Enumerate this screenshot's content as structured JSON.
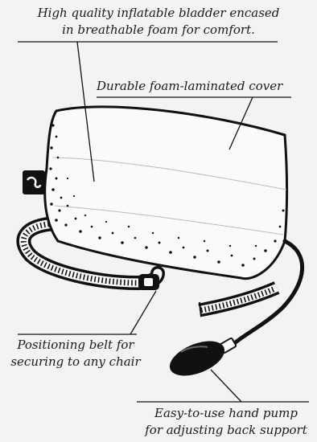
{
  "callouts": {
    "bladder": {
      "line1": "High quality inflatable bladder encased",
      "line2": "in breathable foam for comfort."
    },
    "cover": {
      "text": "Durable foam-laminated cover"
    },
    "belt": {
      "line1": "Positioning belt for",
      "line2": "securing to any chair"
    },
    "pump": {
      "line1": "Easy-to-use hand pump",
      "line2": "for adjusting back support"
    }
  },
  "colors": {
    "background": "#f3f3f3",
    "ink": "#111111",
    "cushion_fill": "#fafafa"
  }
}
